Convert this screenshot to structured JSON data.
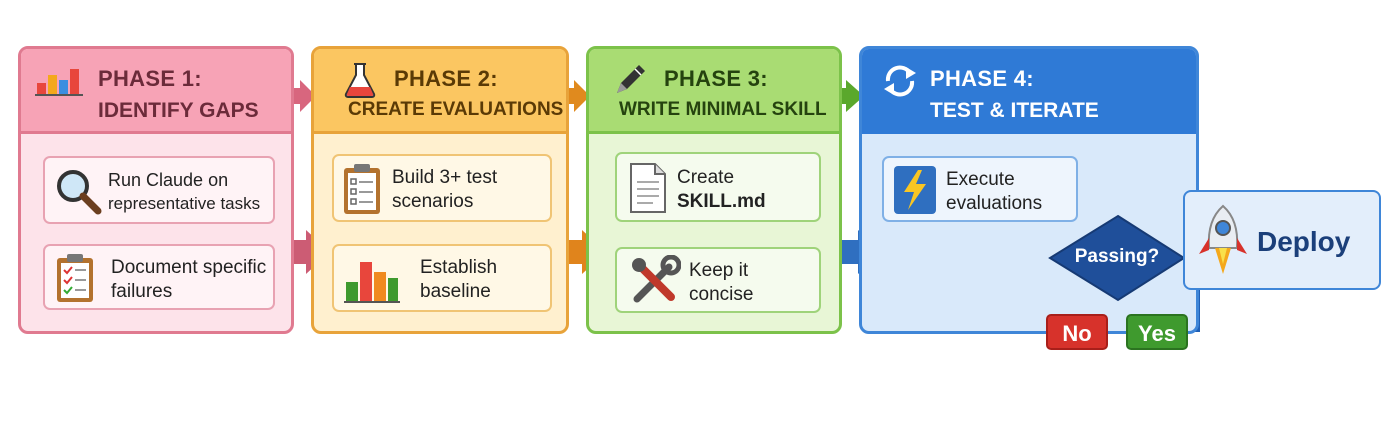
{
  "phases": [
    {
      "title": "PHASE 1:",
      "subtitle": "IDENTIFY GAPS",
      "steps": [
        {
          "line1": "Run Claude on",
          "line2": "representative tasks",
          "icon": "magnifier-icon"
        },
        {
          "line1": "Document specific",
          "line2": "failures",
          "icon": "clipboard-checklist-icon"
        }
      ],
      "color": "#f7a3b6"
    },
    {
      "title": "PHASE 2:",
      "subtitle": "CREATE EVALUATIONS",
      "steps": [
        {
          "line1": "Build 3+ test",
          "line2": "scenarios",
          "icon": "clipboard-icon"
        },
        {
          "line1": "Establish",
          "line2": "baseline",
          "icon": "bar-chart-icon"
        }
      ],
      "color": "#fbc661"
    },
    {
      "title": "PHASE 3:",
      "subtitle": "WRITE MINIMAL SKILL",
      "steps": [
        {
          "line1": "Create",
          "line2": "SKILL.md",
          "icon": "document-icon"
        },
        {
          "line1": "Keep it",
          "line2": "concise",
          "icon": "tools-icon"
        }
      ],
      "color": "#a9dc73"
    },
    {
      "title": "PHASE 4:",
      "subtitle": "TEST & ITERATE",
      "steps": [
        {
          "line1": "Execute",
          "line2": "evaluations",
          "icon": "lightning-icon"
        }
      ],
      "decision": "Passing?",
      "no_label": "No",
      "yes_label": "Yes",
      "color": "#2f7ad6"
    }
  ],
  "deploy": {
    "label": "Deploy",
    "icon": "rocket-icon"
  }
}
